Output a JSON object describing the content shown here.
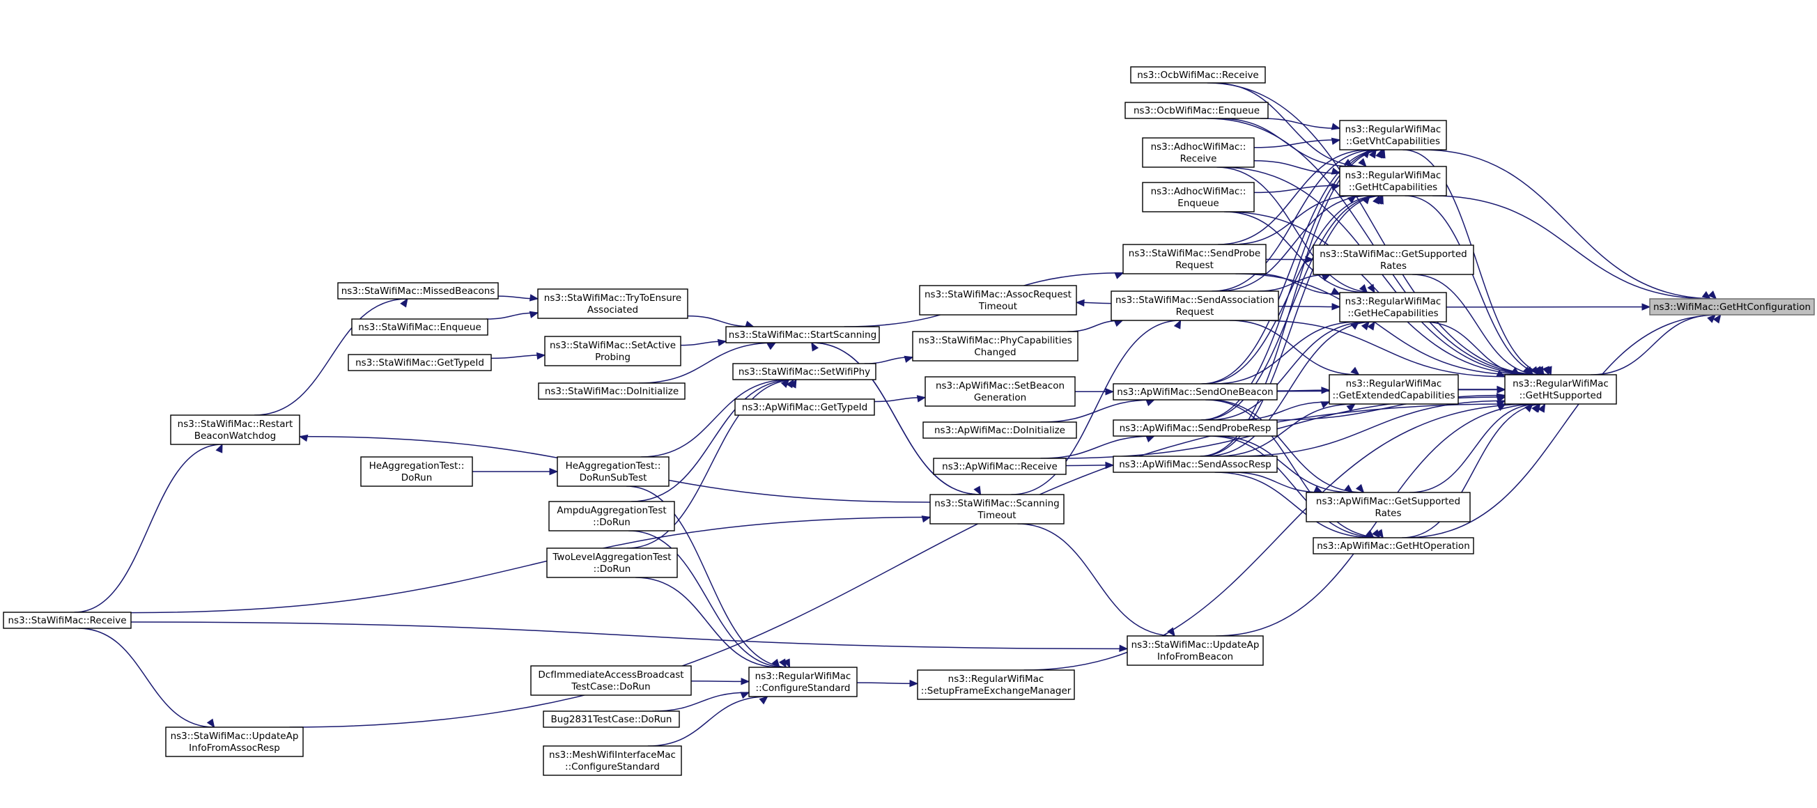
{
  "graph": {
    "type": "call-graph",
    "edge_color": "#191970",
    "root_fill": "#bfbfbf",
    "nodes": [
      {
        "id": "root",
        "lines": [
          "ns3::WifiMac::GetHtConfiguration"
        ]
      },
      {
        "id": "ht_supported",
        "lines": [
          "ns3::RegularWifiMac",
          "::GetHtSupported"
        ]
      },
      {
        "id": "vht_caps",
        "lines": [
          "ns3::RegularWifiMac",
          "::GetVhtCapabilities"
        ]
      },
      {
        "id": "ht_caps",
        "lines": [
          "ns3::RegularWifiMac",
          "::GetHtCapabilities"
        ]
      },
      {
        "id": "sta_sup_rates",
        "lines": [
          "ns3::StaWifiMac::GetSupported",
          "Rates"
        ]
      },
      {
        "id": "he_caps",
        "lines": [
          "ns3::RegularWifiMac",
          "::GetHeCapabilities"
        ]
      },
      {
        "id": "ext_caps",
        "lines": [
          "ns3::RegularWifiMac",
          "::GetExtendedCapabilities"
        ]
      },
      {
        "id": "ap_sup_rates",
        "lines": [
          "ns3::ApWifiMac::GetSupported",
          "Rates"
        ]
      },
      {
        "id": "ht_operation",
        "lines": [
          "ns3::ApWifiMac::GetHtOperation"
        ]
      },
      {
        "id": "ocb_receive",
        "lines": [
          "ns3::OcbWifiMac::Receive"
        ]
      },
      {
        "id": "ocb_enqueue",
        "lines": [
          "ns3::OcbWifiMac::Enqueue"
        ]
      },
      {
        "id": "adhoc_receive",
        "lines": [
          "ns3::AdhocWifiMac::",
          "Receive"
        ]
      },
      {
        "id": "adhoc_enqueue",
        "lines": [
          "ns3::AdhocWifiMac::",
          "Enqueue"
        ]
      },
      {
        "id": "send_probe_req",
        "lines": [
          "ns3::StaWifiMac::SendProbe",
          "Request"
        ]
      },
      {
        "id": "send_assoc_req",
        "lines": [
          "ns3::StaWifiMac::SendAssociation",
          "Request"
        ]
      },
      {
        "id": "assoc_req_timeout",
        "lines": [
          "ns3::StaWifiMac::AssocRequest",
          "Timeout"
        ]
      },
      {
        "id": "phy_caps_changed",
        "lines": [
          "ns3::StaWifiMac::PhyCapabilities",
          "Changed"
        ]
      },
      {
        "id": "send_one_beacon",
        "lines": [
          "ns3::ApWifiMac::SendOneBeacon"
        ]
      },
      {
        "id": "ap_doinit",
        "lines": [
          "ns3::ApWifiMac::DoInitialize"
        ]
      },
      {
        "id": "send_probe_resp",
        "lines": [
          "ns3::ApWifiMac::SendProbeResp"
        ]
      },
      {
        "id": "ap_receive",
        "lines": [
          "ns3::ApWifiMac::Receive"
        ]
      },
      {
        "id": "send_assoc_resp",
        "lines": [
          "ns3::ApWifiMac::SendAssocResp"
        ]
      },
      {
        "id": "set_beacon_gen",
        "lines": [
          "ns3::ApWifiMac::SetBeacon",
          "Generation"
        ]
      },
      {
        "id": "ap_typeid",
        "lines": [
          "ns3::ApWifiMac::GetTypeId"
        ]
      },
      {
        "id": "start_scanning",
        "lines": [
          "ns3::StaWifiMac::StartScanning"
        ]
      },
      {
        "id": "set_wifi_phy",
        "lines": [
          "ns3::StaWifiMac::SetWifiPhy"
        ]
      },
      {
        "id": "scanning_timeout",
        "lines": [
          "ns3::StaWifiMac::Scanning",
          "Timeout"
        ]
      },
      {
        "id": "update_ap_beacon",
        "lines": [
          "ns3::StaWifiMac::UpdateAp",
          "InfoFromBeacon"
        ]
      },
      {
        "id": "setup_fem",
        "lines": [
          "ns3::RegularWifiMac",
          "::SetupFrameExchangeManager"
        ]
      },
      {
        "id": "configure_standard",
        "lines": [
          "ns3::RegularWifiMac",
          "::ConfigureStandard"
        ]
      },
      {
        "id": "try_ensure",
        "lines": [
          "ns3::StaWifiMac::TryToEnsure",
          "Associated"
        ]
      },
      {
        "id": "set_active_probing",
        "lines": [
          "ns3::StaWifiMac::SetActive",
          "Probing"
        ]
      },
      {
        "id": "sta_doinit",
        "lines": [
          "ns3::StaWifiMac::DoInitialize"
        ]
      },
      {
        "id": "missed_beacons",
        "lines": [
          "ns3::StaWifiMac::MissedBeacons"
        ]
      },
      {
        "id": "sta_enqueue",
        "lines": [
          "ns3::StaWifiMac::Enqueue"
        ]
      },
      {
        "id": "sta_typeid",
        "lines": [
          "ns3::StaWifiMac::GetTypeId"
        ]
      },
      {
        "id": "he_agg_dorunsub",
        "lines": [
          "HeAggregationTest::",
          "DoRunSubTest"
        ]
      },
      {
        "id": "he_agg_dorun",
        "lines": [
          "HeAggregationTest::",
          "DoRun"
        ]
      },
      {
        "id": "ampdu_agg",
        "lines": [
          "AmpduAggregationTest",
          "::DoRun"
        ]
      },
      {
        "id": "twolevel_agg",
        "lines": [
          "TwoLevelAggregationTest",
          "::DoRun"
        ]
      },
      {
        "id": "dcf_immediate",
        "lines": [
          "DcfImmediateAccessBroadcast",
          "TestCase::DoRun"
        ]
      },
      {
        "id": "bug2831",
        "lines": [
          "Bug2831TestCase::DoRun"
        ]
      },
      {
        "id": "mesh_configure",
        "lines": [
          "ns3::MeshWifiInterfaceMac",
          "::ConfigureStandard"
        ]
      },
      {
        "id": "restart_beacon_wd",
        "lines": [
          "ns3::StaWifiMac::Restart",
          "BeaconWatchdog"
        ]
      },
      {
        "id": "sta_receive",
        "lines": [
          "ns3::StaWifiMac::Receive"
        ]
      },
      {
        "id": "update_ap_assoc",
        "lines": [
          "ns3::StaWifiMac::UpdateAp",
          "InfoFromAssocResp"
        ]
      }
    ],
    "edges": [
      [
        "ht_supported",
        "root"
      ],
      [
        "vht_caps",
        "root"
      ],
      [
        "ht_caps",
        "root"
      ],
      [
        "he_caps",
        "root"
      ],
      [
        "ht_operation",
        "root"
      ],
      [
        "vht_caps",
        "ht_supported"
      ],
      [
        "ht_caps",
        "ht_supported"
      ],
      [
        "sta_sup_rates",
        "ht_supported"
      ],
      [
        "he_caps",
        "ht_supported"
      ],
      [
        "ext_caps",
        "ht_supported"
      ],
      [
        "ap_sup_rates",
        "ht_supported"
      ],
      [
        "ht_operation",
        "ht_supported"
      ],
      [
        "ocb_receive",
        "ht_supported"
      ],
      [
        "ocb_enqueue",
        "ht_supported"
      ],
      [
        "adhoc_receive",
        "ht_supported"
      ],
      [
        "adhoc_enqueue",
        "ht_supported"
      ],
      [
        "send_probe_req",
        "ht_supported"
      ],
      [
        "send_assoc_req",
        "ht_supported"
      ],
      [
        "send_one_beacon",
        "ht_supported"
      ],
      [
        "send_probe_resp",
        "ht_supported"
      ],
      [
        "send_assoc_resp",
        "ht_supported"
      ],
      [
        "update_ap_beacon",
        "ht_supported"
      ],
      [
        "setup_fem",
        "ht_supported"
      ],
      [
        "update_ap_assoc",
        "ht_supported"
      ],
      [
        "ap_receive",
        "ht_supported"
      ],
      [
        "ocb_receive",
        "ht_caps"
      ],
      [
        "ocb_enqueue",
        "vht_caps"
      ],
      [
        "ocb_enqueue",
        "ht_caps"
      ],
      [
        "adhoc_receive",
        "vht_caps"
      ],
      [
        "adhoc_receive",
        "ht_caps"
      ],
      [
        "adhoc_receive",
        "he_caps"
      ],
      [
        "adhoc_enqueue",
        "ht_caps"
      ],
      [
        "adhoc_enqueue",
        "he_caps"
      ],
      [
        "send_probe_req",
        "vht_caps"
      ],
      [
        "send_probe_req",
        "ht_caps"
      ],
      [
        "send_probe_req",
        "sta_sup_rates"
      ],
      [
        "send_probe_req",
        "he_caps"
      ],
      [
        "send_assoc_req",
        "vht_caps"
      ],
      [
        "send_assoc_req",
        "ht_caps"
      ],
      [
        "send_assoc_req",
        "sta_sup_rates"
      ],
      [
        "send_assoc_req",
        "he_caps"
      ],
      [
        "send_assoc_req",
        "ext_caps"
      ],
      [
        "send_one_beacon",
        "vht_caps"
      ],
      [
        "send_one_beacon",
        "ht_caps"
      ],
      [
        "send_one_beacon",
        "he_caps"
      ],
      [
        "send_one_beacon",
        "ext_caps"
      ],
      [
        "send_one_beacon",
        "ap_sup_rates"
      ],
      [
        "send_one_beacon",
        "ht_operation"
      ],
      [
        "send_probe_resp",
        "vht_caps"
      ],
      [
        "send_probe_resp",
        "ht_caps"
      ],
      [
        "send_probe_resp",
        "he_caps"
      ],
      [
        "send_probe_resp",
        "ext_caps"
      ],
      [
        "send_probe_resp",
        "ap_sup_rates"
      ],
      [
        "send_probe_resp",
        "ht_operation"
      ],
      [
        "send_assoc_resp",
        "vht_caps"
      ],
      [
        "send_assoc_resp",
        "ht_caps"
      ],
      [
        "send_assoc_resp",
        "he_caps"
      ],
      [
        "send_assoc_resp",
        "ext_caps"
      ],
      [
        "send_assoc_resp",
        "ap_sup_rates"
      ],
      [
        "send_assoc_resp",
        "ht_operation"
      ],
      [
        "send_assoc_req",
        "assoc_req_timeout"
      ],
      [
        "phy_caps_changed",
        "send_assoc_req"
      ],
      [
        "scanning_timeout",
        "send_assoc_req"
      ],
      [
        "set_beacon_gen",
        "send_one_beacon"
      ],
      [
        "ap_doinit",
        "send_one_beacon"
      ],
      [
        "ap_receive",
        "send_probe_resp"
      ],
      [
        "ap_receive",
        "send_assoc_resp"
      ],
      [
        "ap_typeid",
        "set_beacon_gen"
      ],
      [
        "start_scanning",
        "send_probe_req"
      ],
      [
        "start_scanning",
        "scanning_timeout"
      ],
      [
        "scanning_timeout",
        "start_scanning"
      ],
      [
        "set_wifi_phy",
        "phy_caps_changed"
      ],
      [
        "scanning_timeout",
        "update_ap_beacon"
      ],
      [
        "configure_standard",
        "setup_fem"
      ],
      [
        "try_ensure",
        "start_scanning"
      ],
      [
        "set_active_probing",
        "start_scanning"
      ],
      [
        "sta_doinit",
        "start_scanning"
      ],
      [
        "missed_beacons",
        "try_ensure"
      ],
      [
        "sta_enqueue",
        "try_ensure"
      ],
      [
        "sta_typeid",
        "set_active_probing"
      ],
      [
        "he_agg_dorunsub",
        "set_wifi_phy"
      ],
      [
        "ampdu_agg",
        "set_wifi_phy"
      ],
      [
        "twolevel_agg",
        "set_wifi_phy"
      ],
      [
        "he_agg_dorunsub",
        "configure_standard"
      ],
      [
        "ampdu_agg",
        "configure_standard"
      ],
      [
        "twolevel_agg",
        "configure_standard"
      ],
      [
        "dcf_immediate",
        "configure_standard"
      ],
      [
        "bug2831",
        "configure_standard"
      ],
      [
        "mesh_configure",
        "configure_standard"
      ],
      [
        "he_agg_dorun",
        "he_agg_dorunsub"
      ],
      [
        "scanning_timeout",
        "restart_beacon_wd"
      ],
      [
        "restart_beacon_wd",
        "missed_beacons"
      ],
      [
        "sta_receive",
        "restart_beacon_wd"
      ],
      [
        "sta_receive",
        "scanning_timeout"
      ],
      [
        "sta_receive",
        "update_ap_beacon"
      ],
      [
        "sta_receive",
        "update_ap_assoc"
      ]
    ]
  }
}
